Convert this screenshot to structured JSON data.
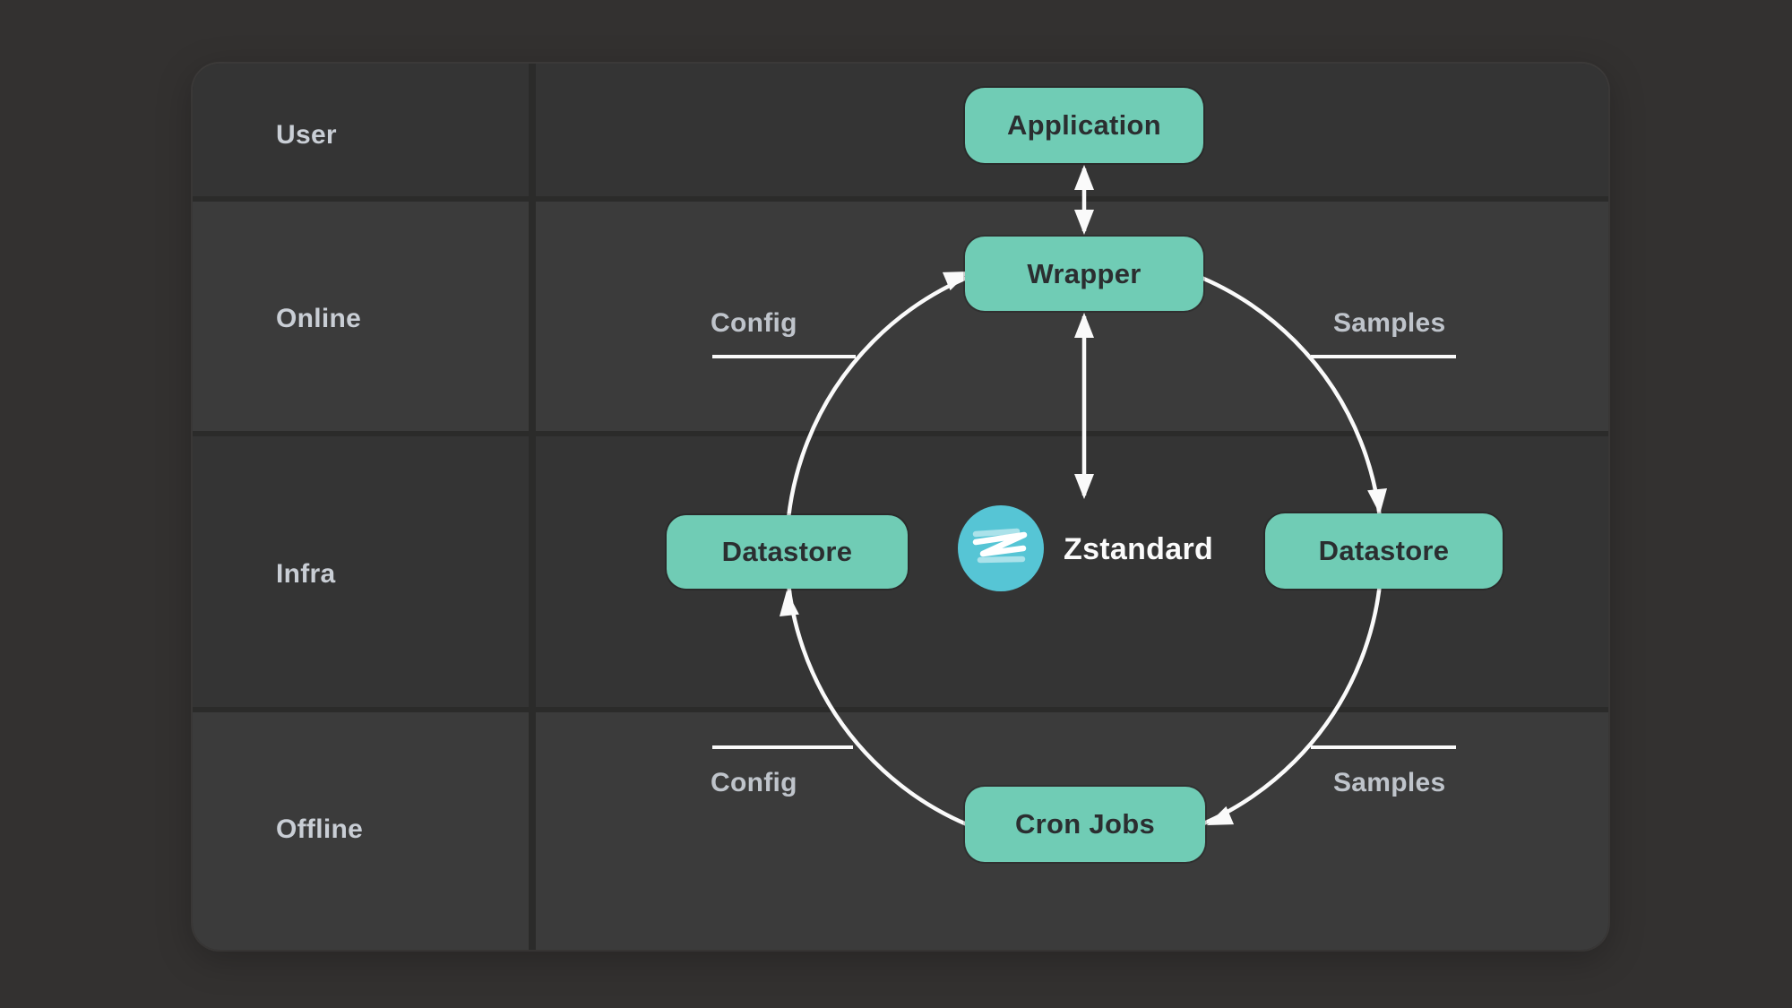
{
  "panel": {
    "rows": [
      {
        "label": "User"
      },
      {
        "label": "Online"
      },
      {
        "label": "Infra"
      },
      {
        "label": "Offline"
      }
    ]
  },
  "diagram": {
    "nodes": {
      "application": {
        "label": "Application"
      },
      "wrapper": {
        "label": "Wrapper"
      },
      "datastore_left": {
        "label": "Datastore"
      },
      "datastore_right": {
        "label": "Datastore"
      },
      "cron_jobs": {
        "label": "Cron Jobs"
      }
    },
    "edge_labels": {
      "config_top": "Config",
      "samples_top": "Samples",
      "config_bottom": "Config",
      "samples_bottom": "Samples"
    },
    "center": {
      "brand": "Zstandard",
      "logo_icon": "zstandard-logo"
    }
  },
  "colors": {
    "canvas_bg": "#333130",
    "panel_gap": "#2b2b2a",
    "row_dark": "#343434",
    "row_light": "#3b3b3b",
    "node_fill": "#70ccb5",
    "node_text": "#2b2e30",
    "logo_fill": "#56c5d5",
    "line_white": "#fafafa",
    "label_text": "#c9ced5"
  }
}
